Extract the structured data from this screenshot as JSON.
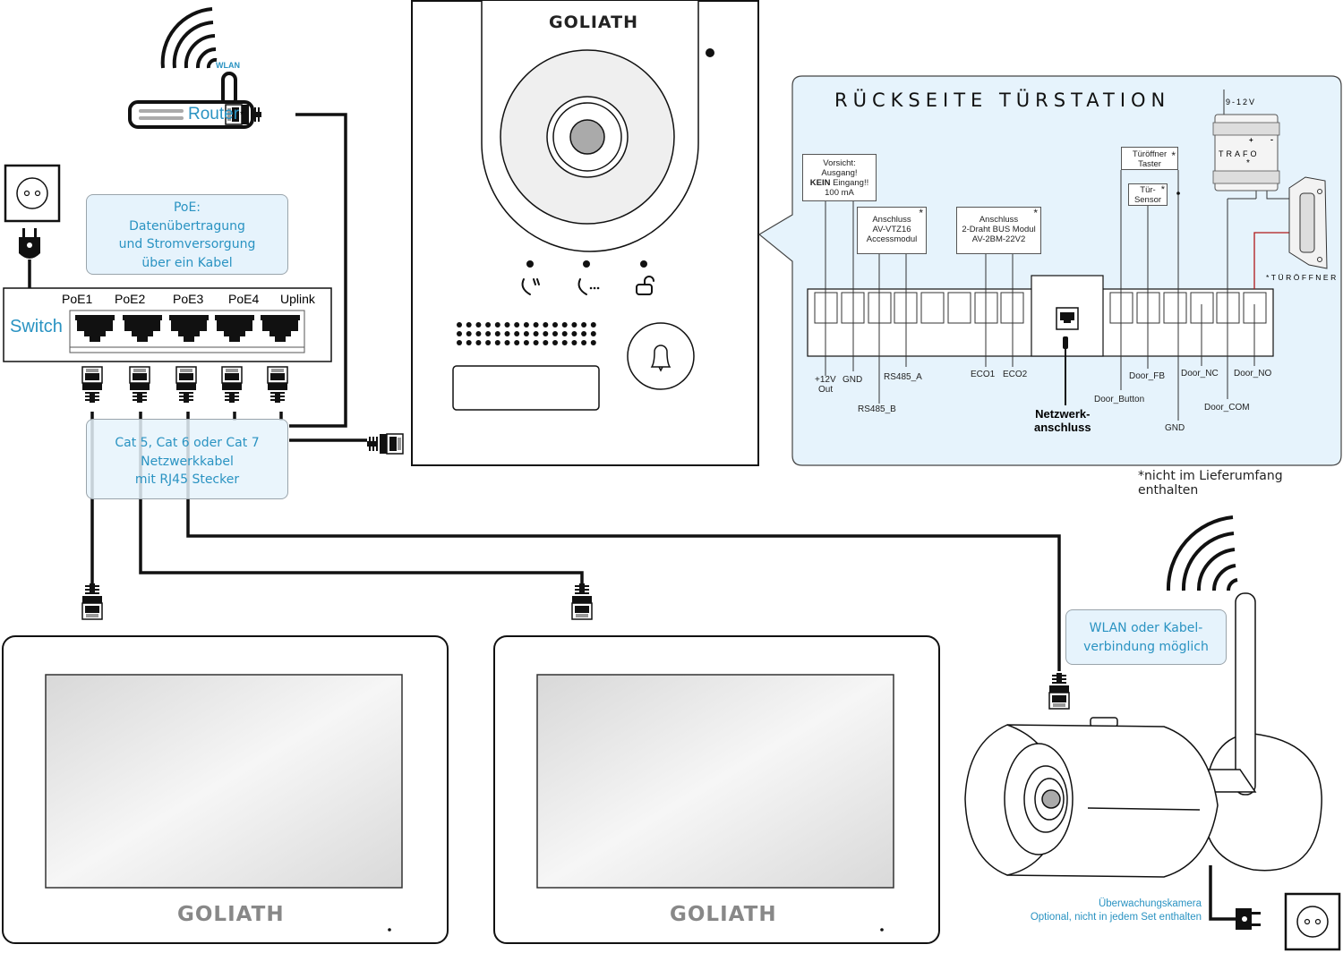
{
  "router": {
    "label": "Router",
    "asterisk": "*",
    "wlan_label": "WLAN"
  },
  "poe_info": {
    "lines": [
      "PoE:",
      "Datenübertragung",
      "und Stromversorgung",
      "über ein Kabel"
    ]
  },
  "switch": {
    "label": "Switch",
    "ports": [
      "PoE1",
      "PoE2",
      "PoE3",
      "PoE4",
      "Uplink"
    ]
  },
  "cable_info": {
    "lines": [
      "Cat 5, Cat 6 oder Cat 7",
      "Netzwerkkabel",
      "mit RJ45 Stecker"
    ]
  },
  "door_station": {
    "brand": "GOLIATH"
  },
  "rear_panel": {
    "title": "Rückseite Türstation",
    "warning_box": {
      "lines": [
        "Vorsicht:",
        "Ausgang!",
        "KEIN Eingang!!",
        "100 mA"
      ],
      "bold_word": "KEIN"
    },
    "access_box": {
      "lines": [
        "Anschluss",
        "AV-VTZ16",
        "Accessmodul"
      ],
      "asterisk": "*"
    },
    "bus_box": {
      "lines": [
        "Anschluss",
        "2-Draht BUS Modul",
        "AV-2BM-22V2"
      ],
      "asterisk": "*"
    },
    "button_box": {
      "lines": [
        "Türöffner",
        "Taster"
      ],
      "asterisk": "*"
    },
    "sensor_box": {
      "lines": [
        "Tür-",
        "Sensor"
      ],
      "asterisk": "*"
    },
    "trafo": {
      "label": "TRAFO",
      "asterisk": "*",
      "voltage": "9-12V",
      "plus": "+",
      "minus": "-"
    },
    "door_opener_label": "*TÜRÖFFNER",
    "network_label": [
      "Netzwerk-",
      "anschluss"
    ],
    "terminals_left": [
      "+12V Out",
      "GND",
      "RS485_B",
      "RS485_A",
      "",
      "",
      "ECO1",
      "ECO2"
    ],
    "terminals_right": [
      "Door_Button",
      "Door_FB",
      "GND",
      "Door_NC",
      "Door_COM",
      "Door_NO"
    ],
    "pin_labels": {
      "v12": "+12V",
      "out": "Out",
      "gnd": "GND",
      "rs485a": "RS485_A",
      "rs485b": "RS485_B",
      "eco1": "ECO1",
      "eco2": "ECO2",
      "door_button": "Door_Button",
      "door_fb": "Door_FB",
      "gnd2": "GND",
      "door_nc": "Door_NC",
      "door_com": "Door_COM",
      "door_no": "Door_NO"
    }
  },
  "footnote": "*nicht im Lieferumfang enthalten",
  "monitors": [
    {
      "brand": "GOLIATH"
    },
    {
      "brand": "GOLIATH"
    }
  ],
  "camera_info": {
    "lines": [
      "WLAN oder Kabel-",
      "verbindung möglich"
    ]
  },
  "camera_caption": {
    "lines": [
      "Überwachungskamera",
      "Optional, nicht in jedem Set enthalten"
    ]
  },
  "colors": {
    "accent": "#2a93c2",
    "info_bg": "#e6f3fc",
    "panel_bg": "#e6f3fc",
    "wire": "#111111",
    "red_wire": "#b01818"
  }
}
